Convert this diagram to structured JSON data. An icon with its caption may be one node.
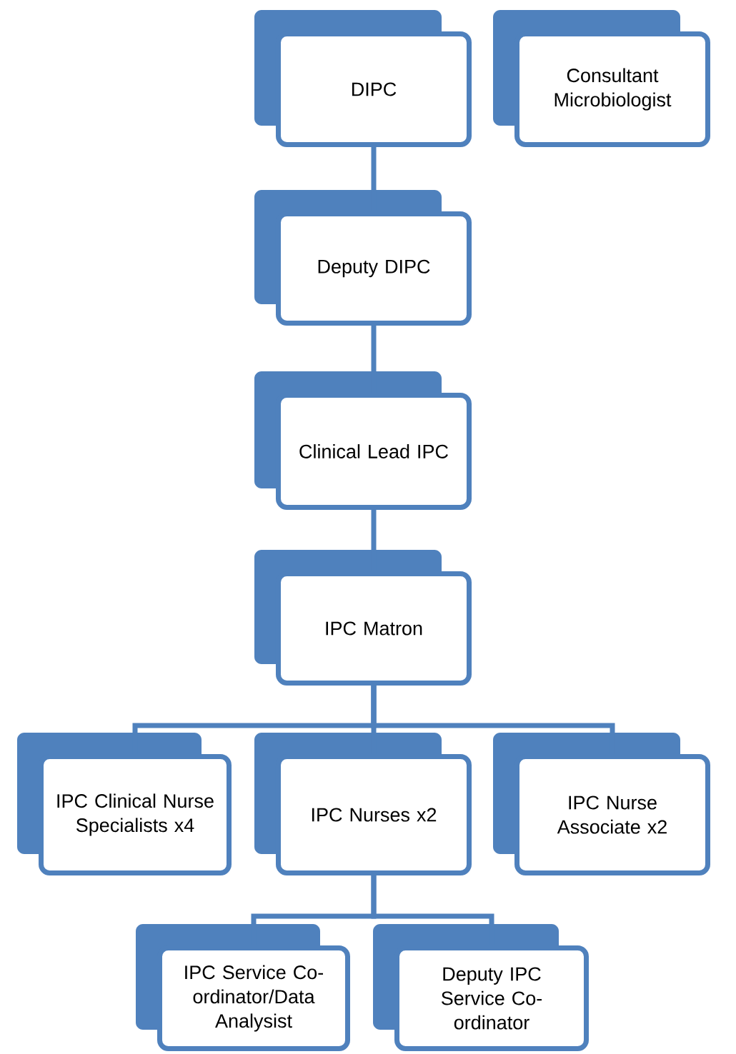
{
  "diagram": {
    "nodes": [
      {
        "text": [
          "DIPC"
        ]
      },
      {
        "text": [
          "Consultant Microbiologist"
        ]
      },
      {
        "text": [
          "Deputy DIPC"
        ]
      },
      {
        "text": [
          "Clinical Lead IPC"
        ]
      },
      {
        "text": [
          "IPC Matron"
        ]
      },
      {
        "text": [
          "IPC Clinical Nurse Specialists x4"
        ]
      },
      {
        "text": [
          "IPC Nurses x2"
        ]
      },
      {
        "text": [
          "IPC Nurse Associate x2"
        ]
      },
      {
        "text": [
          "IPC Service Co-ordinator/Data Analysist"
        ]
      },
      {
        "text": [
          "Deputy IPC Service Co-ordinator"
        ]
      }
    ],
    "edges": [
      {
        "from": 0,
        "to": 2,
        "arrow": "none"
      },
      {
        "from": 2,
        "to": 3,
        "arrow": "none"
      },
      {
        "from": 3,
        "to": 4,
        "arrow": "none"
      },
      {
        "from": 4,
        "to": 5,
        "arrow": "none"
      },
      {
        "from": 4,
        "to": 6,
        "arrow": "none"
      },
      {
        "from": 4,
        "to": 7,
        "arrow": "none"
      },
      {
        "from": 6,
        "to": 8,
        "arrow": "none"
      },
      {
        "from": 6,
        "to": 9,
        "arrow": "none"
      }
    ]
  }
}
